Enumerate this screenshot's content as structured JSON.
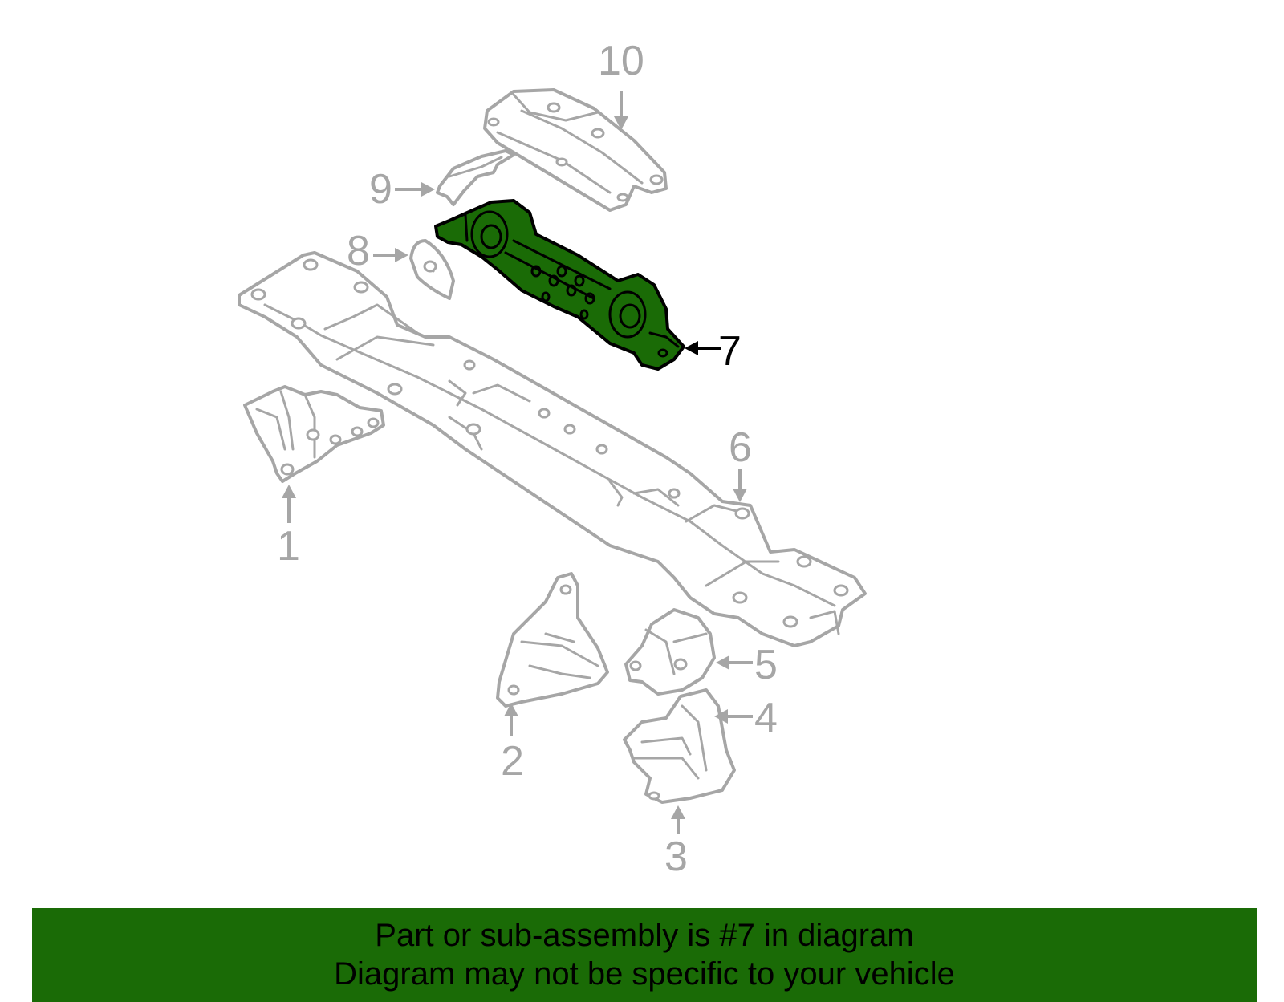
{
  "diagram": {
    "highlight_color": "#1a6b06",
    "line_color": "#a6a6a6",
    "callouts": [
      {
        "number": "1",
        "highlighted": false
      },
      {
        "number": "2",
        "highlighted": false
      },
      {
        "number": "3",
        "highlighted": false
      },
      {
        "number": "4",
        "highlighted": false
      },
      {
        "number": "5",
        "highlighted": false
      },
      {
        "number": "6",
        "highlighted": false
      },
      {
        "number": "7",
        "highlighted": true
      },
      {
        "number": "8",
        "highlighted": false
      },
      {
        "number": "9",
        "highlighted": false
      },
      {
        "number": "10",
        "highlighted": false
      }
    ]
  },
  "banner": {
    "background": "#1a6b06",
    "line1": "Part or sub-assembly is #7 in diagram",
    "line2": "Diagram may not be specific to your vehicle"
  }
}
